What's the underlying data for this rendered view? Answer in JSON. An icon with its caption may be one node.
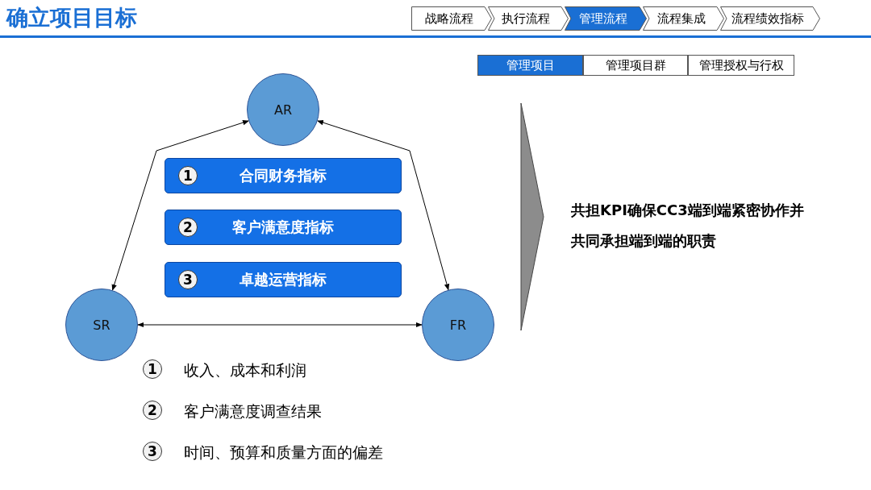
{
  "diagram": {
    "title": "确立项目目标",
    "nodes": [
      {
        "text": [
          "战略流程"
        ]
      },
      {
        "text": [
          "执行流程"
        ]
      },
      {
        "text": [
          "管理流程"
        ]
      },
      {
        "text": [
          "流程集成"
        ]
      },
      {
        "text": [
          "流程绩效指标"
        ]
      },
      {
        "text": [
          "管理项目"
        ]
      },
      {
        "text": [
          "管理项目群"
        ]
      },
      {
        "text": [
          "管理授权与行权"
        ]
      },
      {
        "text": [
          "AR"
        ]
      },
      {
        "text": [
          "1",
          "合同财务指标"
        ]
      },
      {
        "text": [
          "2",
          "客户满意度指标"
        ]
      },
      {
        "text": [
          "3",
          "卓越运营指标"
        ]
      },
      {
        "text": [
          "SR"
        ]
      },
      {
        "text": [
          "FR"
        ]
      },
      {
        "text": [],
        "shape": "chevron"
      }
    ],
    "edges": [
      {
        "from": 12,
        "to": 8,
        "arrow": "both"
      },
      {
        "from": 8,
        "to": 13,
        "arrow": "both"
      },
      {
        "from": 12,
        "to": 13,
        "arrow": "both"
      }
    ],
    "labels": [
      "共担KPI确保CC3端到端紧密协作并共同承担端到端的职责",
      "1",
      "收入、成本和利润",
      "2",
      "客户满意度调查结果",
      "3",
      "时间、预算和质量方面的偏差"
    ]
  }
}
